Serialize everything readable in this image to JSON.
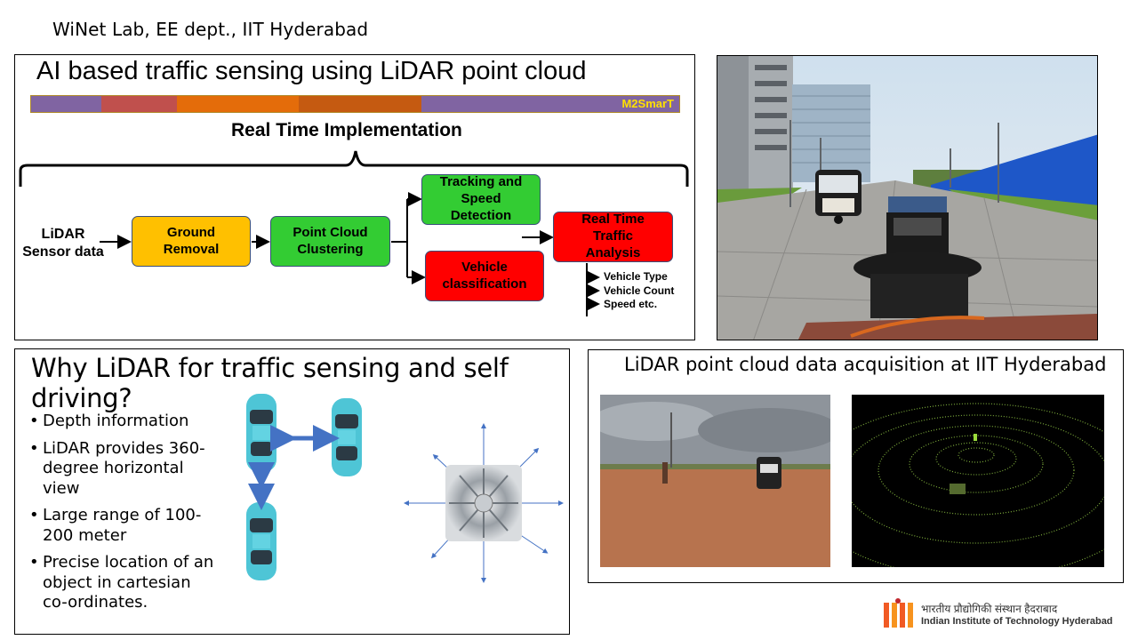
{
  "header": {
    "lab": "WiNet Lab, EE dept., IIT Hyderabad"
  },
  "panel1": {
    "title": "AI based traffic sensing using LiDAR point cloud",
    "brand": "M2SmarT",
    "section_title": "Real Time Implementation",
    "input_label": "LiDAR\nSensor data",
    "boxes": {
      "ground": "Ground\nRemoval",
      "cluster": "Point Cloud\nClustering",
      "tracking": "Tracking and\nSpeed\nDetection",
      "classification": "Vehicle\nclassification",
      "analysis": "Real Time\nTraffic\nAnalysis"
    },
    "outputs": [
      "Vehicle Type",
      "Vehicle Count",
      "Speed etc."
    ],
    "colors": {
      "purple": "#8064a2",
      "red": "#c0504d",
      "orange": "#e46c0a",
      "dark_orange": "#c55a11",
      "yellow": "#ffc000",
      "green": "#33cc33",
      "box_red": "#ff0000"
    }
  },
  "panel2": {
    "title": "Why LiDAR for traffic sensing and self driving?",
    "bullets": [
      "Depth information",
      "LiDAR provides 360-degree horizontal view",
      "Large range of 100-200 meter",
      "Precise location of an object in cartesian co-ordinates."
    ]
  },
  "panel3": {
    "title": "LiDAR point cloud data acquisition at IIT Hyderabad"
  },
  "logo": {
    "hindi": "भारतीय प्रौद्योगिकी संस्थान हैदराबाद",
    "english": "Indian Institute of Technology Hyderabad"
  }
}
